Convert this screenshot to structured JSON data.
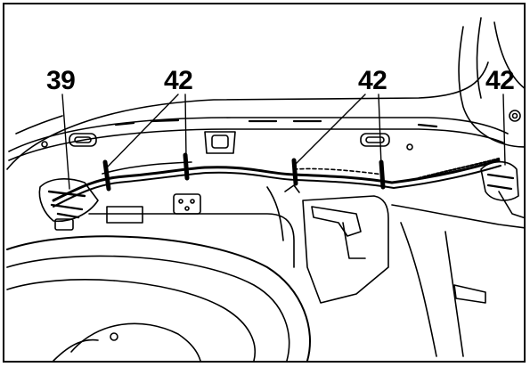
{
  "callouts": [
    {
      "id": "c39",
      "label": "39"
    },
    {
      "id": "c42a",
      "label": "42"
    },
    {
      "id": "c42b",
      "label": "42"
    },
    {
      "id": "c42c",
      "label": "42"
    }
  ],
  "colors": {
    "line": "#000000",
    "background": "#ffffff"
  }
}
